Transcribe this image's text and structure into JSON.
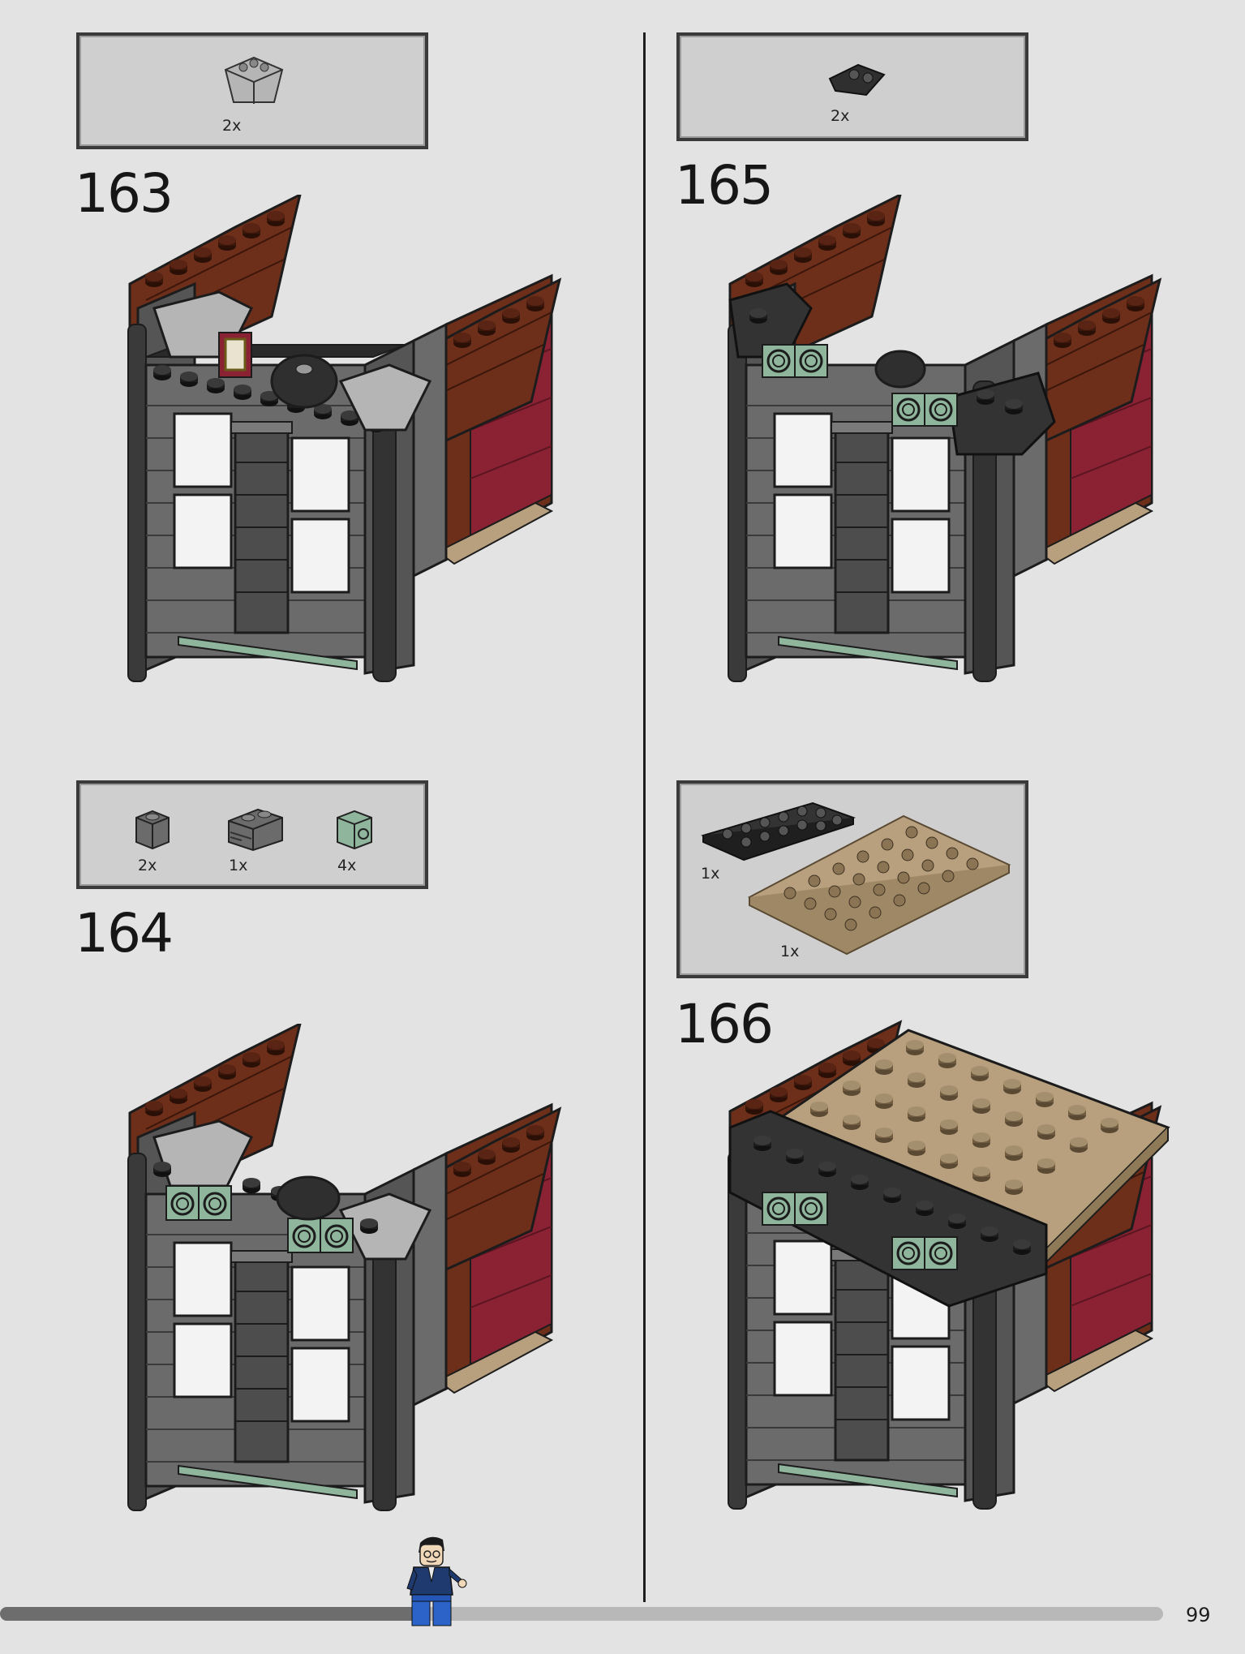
{
  "page": {
    "number": "99",
    "progress_fraction": 0.36
  },
  "colors": {
    "background": "#e3e3e3",
    "dark_bluish_gray": "#6b6b6b",
    "black": "#2a2a2a",
    "reddish_brown": "#6e2f1a",
    "dark_red": "#8a2234",
    "sand_green": "#8fb59c",
    "dark_tan": "#b8a07e",
    "light_bluish_gray": "#a6a6a6",
    "progress_fill": "#6d6d6d",
    "progress_track": "#b8b8b8"
  },
  "steps": [
    {
      "number": "163",
      "parts": [
        {
          "qty": "2x",
          "icon": "light-gray-inverted-slope-icon"
        }
      ]
    },
    {
      "number": "164",
      "parts": [
        {
          "qty": "2x",
          "icon": "dark-gray-brick-1x1-icon"
        },
        {
          "qty": "1x",
          "icon": "dark-gray-brick-1x2-masonry-icon"
        },
        {
          "qty": "4x",
          "icon": "sand-green-brick-1x1-stud-icon"
        }
      ]
    },
    {
      "number": "165",
      "parts": [
        {
          "qty": "2x",
          "icon": "black-wedge-plate-icon"
        }
      ]
    },
    {
      "number": "166",
      "parts": [
        {
          "qty": "1x",
          "icon": "black-plate-2x6-icon"
        },
        {
          "qty": "1x",
          "icon": "dark-tan-plate-6x10-icon"
        }
      ]
    }
  ]
}
